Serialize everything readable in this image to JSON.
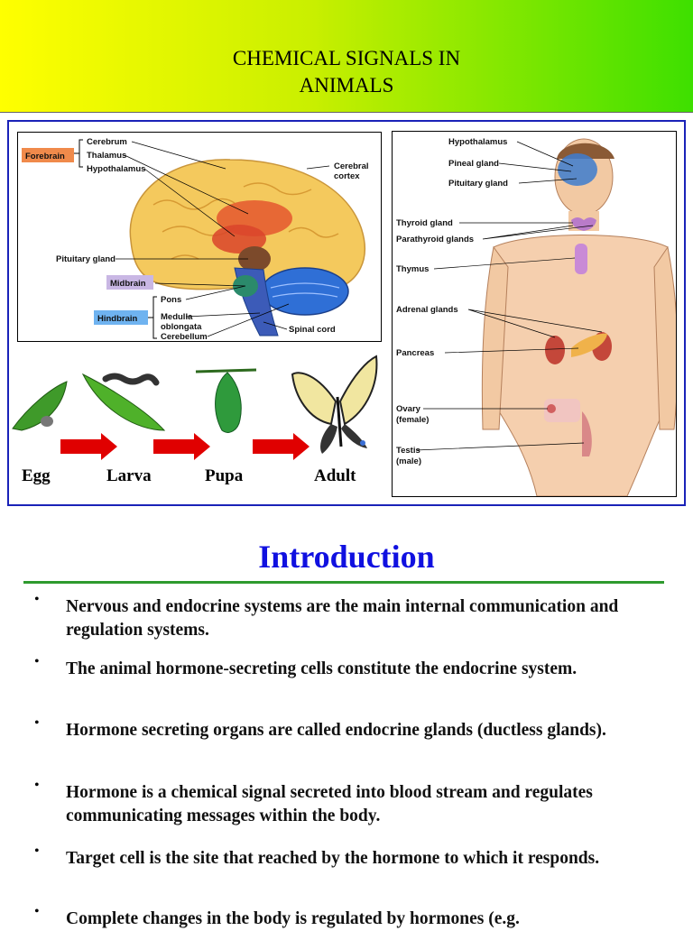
{
  "banner": {
    "title_line1": "CHEMICAL SIGNALS IN",
    "title_line2": "ANIMALS"
  },
  "brain_figure": {
    "forebrain": "Forebrain",
    "cerebrum": "Cerebrum",
    "thalamus": "Thalamus",
    "hypothalamus": "Hypothalamus",
    "cerebral": "Cerebral",
    "cortex": "cortex",
    "pituitary": "Pituitary gland",
    "midbrain": "Midbrain",
    "pons": "Pons",
    "medulla": "Medulla",
    "oblongata": "oblongata",
    "hindbrain": "Hindbrain",
    "cerebellum": "Cerebellum",
    "spinal_cord": "Spinal cord"
  },
  "metamorphosis": {
    "egg": "Egg",
    "larva": "Larva",
    "pupa": "Pupa",
    "adult": "Adult"
  },
  "body_figure": {
    "hypothalamus": "Hypothalamus",
    "pineal": "Pineal gland",
    "pituitary": "Pituitary gland",
    "thyroid": "Thyroid gland",
    "parathyroid": "Parathyroid glands",
    "thymus": "Thymus",
    "adrenal": "Adrenal glands",
    "pancreas": "Pancreas",
    "ovary": "Ovary",
    "female": "(female)",
    "testis": "Testis",
    "male": "(male)"
  },
  "section_title": "Introduction",
  "bullets": [
    "Nervous and endocrine systems are the main internal communication and regulation systems.",
    "The animal hormone-secreting cells constitute the endocrine system.",
    "Hormone secreting organs are called endocrine glands (ductless glands).",
    "Hormone is a chemical signal secreted into blood stream and regulates communicating messages within the body.",
    "Target cell is the site that reached by the hormone to which it responds.",
    "Complete changes in the body is regulated by hormones (e.g."
  ],
  "bullet_symbol": "•",
  "colors": {
    "accent_blue": "#1010e0",
    "rule_green": "#2e9a2e",
    "frame_blue": "#1a22b8"
  }
}
